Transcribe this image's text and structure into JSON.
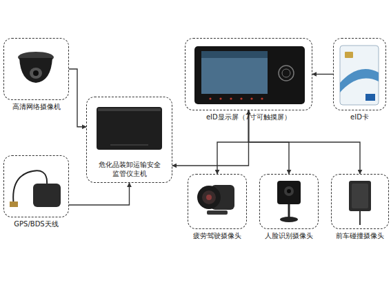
{
  "diagram": {
    "nodes": [
      {
        "text": [
          "高清网络摄像机"
        ]
      },
      {
        "text": [
          "GPS/BDS天线"
        ]
      },
      {
        "text": [
          "危化品装卸运输安全 监管仪主机"
        ]
      },
      {
        "text": [
          "eID显示屏（7寸可触摸屏）"
        ]
      },
      {
        "text": [
          "eID卡"
        ]
      },
      {
        "text": [
          "疲劳驾驶摄像头"
        ]
      },
      {
        "text": [
          "人脸识别摄像头"
        ]
      },
      {
        "text": [
          "前车碰撞摄像头"
        ]
      }
    ],
    "edges": [
      {
        "from": 0,
        "to": 2,
        "arrow": "to"
      },
      {
        "from": 1,
        "to": 2,
        "arrow": "to"
      },
      {
        "from": 2,
        "to": 3,
        "arrow": "both"
      },
      {
        "from": 4,
        "to": 3,
        "arrow": "to"
      },
      {
        "from": 3,
        "to": 5,
        "arrow": "to"
      },
      {
        "from": 3,
        "to": 6,
        "arrow": "to"
      },
      {
        "from": 3,
        "to": 7,
        "arrow": "to"
      }
    ]
  }
}
